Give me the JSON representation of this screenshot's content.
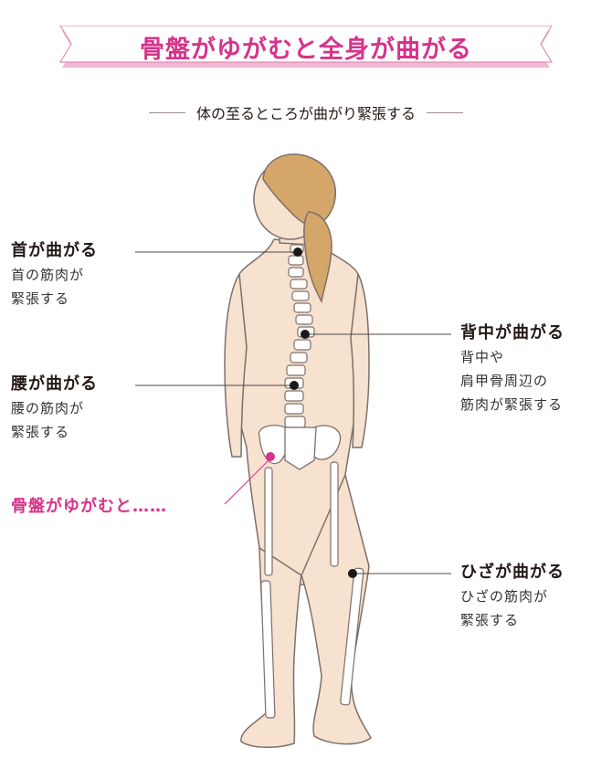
{
  "header": {
    "title": "骨盤がゆがむと全身が曲がる",
    "subtitle": "体の至るところが曲がり緊張する"
  },
  "colors": {
    "accent_pink": "#d6338a",
    "banner_shadow": "#efb8d3",
    "skin": "#f7e1cf",
    "hair": "#d4a66a",
    "outline": "#7d706a",
    "bone": "#ffffff",
    "marker": "#1a1a1a"
  },
  "annotations": [
    {
      "id": "neck",
      "title": "首が曲がる",
      "lines": [
        "首の筋肉が",
        "緊張する"
      ]
    },
    {
      "id": "back",
      "title": "背中が曲がる",
      "lines": [
        "背中や",
        "肩甲骨周辺の",
        "筋肉が緊張する"
      ]
    },
    {
      "id": "waist",
      "title": "腰が曲がる",
      "lines": [
        "腰の筋肉が",
        "緊張する"
      ]
    },
    {
      "id": "pelvis",
      "title": "骨盤がゆがむと……",
      "lines": []
    },
    {
      "id": "knee",
      "title": "ひざが曲がる",
      "lines": [
        "ひざの筋肉が",
        "緊張する"
      ]
    }
  ],
  "figure": {
    "description": "back view of woman with visible skeleton",
    "markers": [
      "neck",
      "back",
      "waist",
      "pelvis",
      "knee"
    ]
  }
}
